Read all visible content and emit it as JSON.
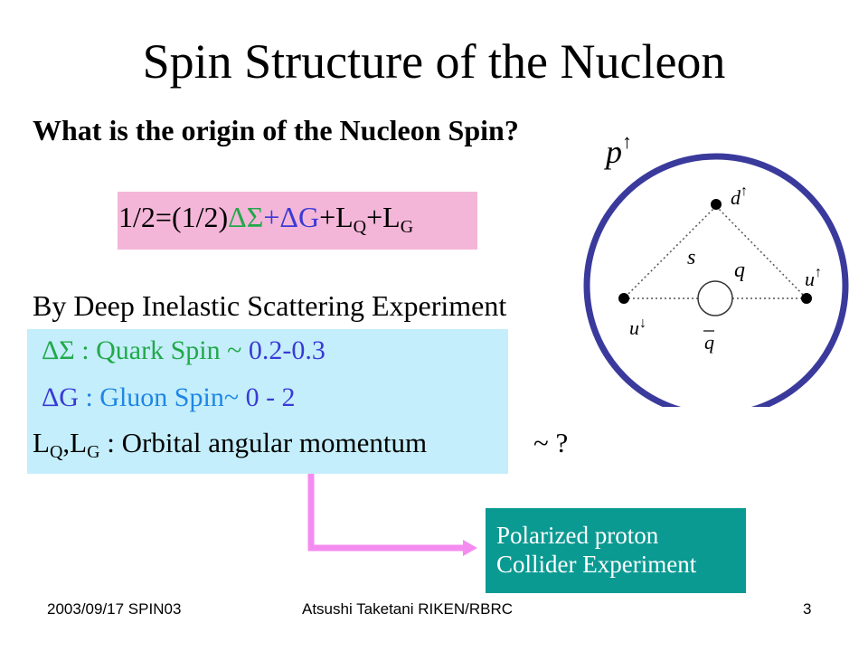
{
  "slide": {
    "title": "Spin Structure of the Nucleon",
    "question": "What is the origin of the Nucleon Spin?",
    "formula": {
      "lhs": "1/2=(1/2)",
      "delta_sigma": "ΔΣ",
      "plus1": "+",
      "delta_g": "ΔG",
      "plus2": "+L",
      "q_sub": "Q",
      "plus3": "+L",
      "g_sub": "G"
    },
    "dis_heading": "By Deep Inelastic Scattering Experiment",
    "items": [
      {
        "symbol": "ΔΣ",
        "text": " : Quark Spin ~ ",
        "value": "0.2-0.3"
      },
      {
        "symbol": "ΔG",
        "text": " : Gluon Spin~ ",
        "value": "0 - 2"
      }
    ],
    "orbital": {
      "l1": "L",
      "q_sub": "Q",
      "comma": ",L",
      "g_sub": "G",
      "text": " : Orbital angular momentum",
      "tail": "~ ?"
    },
    "callout": {
      "line1": "Polarized proton",
      "line2": "Collider Experiment"
    },
    "diagram_labels": {
      "proton": "p",
      "d_quark": "d",
      "u_quark_right": "u",
      "u_quark_left": "u",
      "strange": "s",
      "sea_quark": "q",
      "antiquark": "q",
      "up_arrow": "↑",
      "down_arrow": "↓"
    },
    "footer": {
      "left": "2003/09/17 SPIN03",
      "center": "Atsushi Taketani RIKEN/RBRC",
      "page": "3"
    }
  },
  "colors": {
    "formula_bg": "#f4b6d8",
    "list_bg": "#c4eefb",
    "callout_bg": "#0b9a92",
    "circle": "#3a3a9c",
    "arrow": "#f48cf0",
    "green": "#22a84a",
    "blue": "#3a3ad6",
    "cyan": "#1e86e6"
  }
}
